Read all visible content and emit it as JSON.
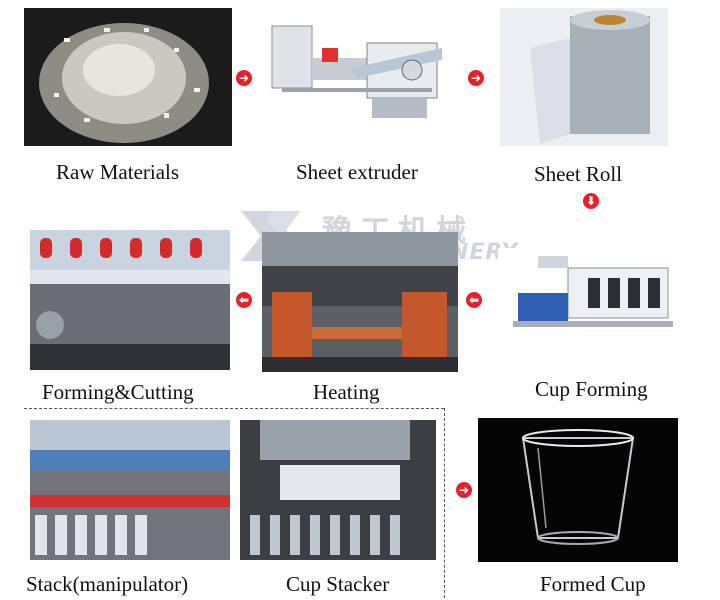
{
  "steps": [
    {
      "label": "Raw Materials"
    },
    {
      "label": "Sheet extruder"
    },
    {
      "label": "Sheet Roll"
    },
    {
      "label": "Forming&Cutting"
    },
    {
      "label": "Heating"
    },
    {
      "label": "Cup Forming"
    },
    {
      "label": "Stack(manipulator)"
    },
    {
      "label": "Cup Stacker"
    },
    {
      "label": "Formed Cup"
    }
  ],
  "watermark": {
    "chinese": "豫工机械",
    "english": "YGMACHINERY"
  },
  "arrows": [
    {
      "direction": "right",
      "icon": "arrow-right-icon"
    },
    {
      "direction": "right",
      "icon": "arrow-right-icon"
    },
    {
      "direction": "down",
      "icon": "arrow-down-icon"
    },
    {
      "direction": "left",
      "icon": "arrow-left-icon"
    },
    {
      "direction": "left",
      "icon": "arrow-left-icon"
    },
    {
      "direction": "right",
      "icon": "arrow-right-icon"
    }
  ],
  "colors": {
    "arrow": "#e8202a",
    "border": "#555555"
  }
}
